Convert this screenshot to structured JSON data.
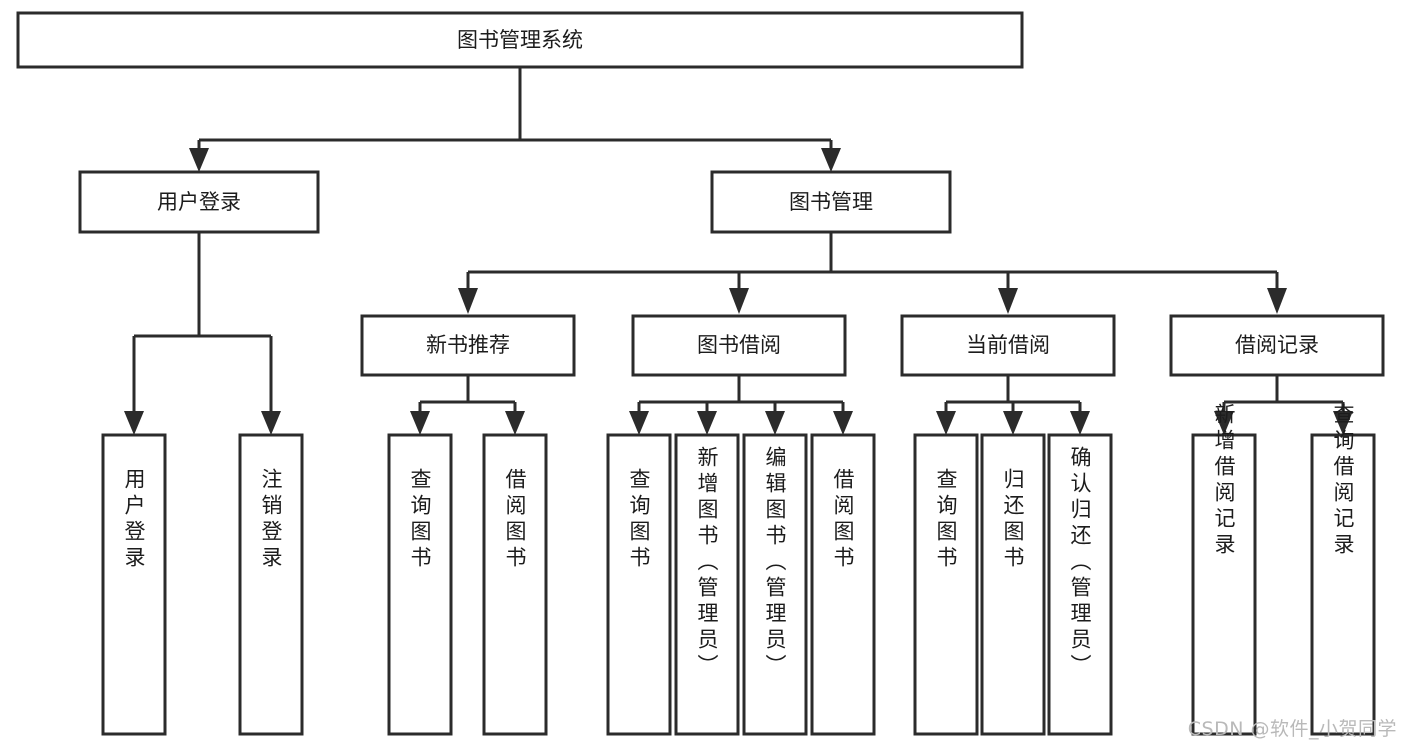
{
  "diagram": {
    "type": "tree",
    "title": "图书管理系统",
    "orientation": "top-down",
    "watermark": "CSDN @软件_小贺同学",
    "colors": {
      "background": "#ffffff",
      "stroke": "#2b2b2b",
      "fill": "#ffffff",
      "text": "#1c1c1c",
      "watermark": "#b9b9b9"
    },
    "root": {
      "label": "图书管理系统"
    },
    "level2": [
      {
        "label": "用户登录"
      },
      {
        "label": "图书管理"
      }
    ],
    "level3": [
      {
        "label": "新书推荐"
      },
      {
        "label": "图书借阅"
      },
      {
        "label": "当前借阅"
      },
      {
        "label": "借阅记录"
      }
    ],
    "leaves": {
      "user_login": [
        {
          "label": "用户登录"
        },
        {
          "label": "注销登录"
        }
      ],
      "new_book_recommend": [
        {
          "label": "查询图书"
        },
        {
          "label": "借阅图书"
        }
      ],
      "book_borrow": [
        {
          "label": "查询图书"
        },
        {
          "label": "新增图书（管理员）"
        },
        {
          "label": "编辑图书（管理员）"
        },
        {
          "label": "借阅图书"
        }
      ],
      "current_borrow": [
        {
          "label": "查询图书"
        },
        {
          "label": "归还图书"
        },
        {
          "label": "确认归还（管理员）"
        }
      ],
      "borrow_record": [
        {
          "label": "新增借阅记录"
        },
        {
          "label": "查询借阅记录"
        }
      ]
    }
  }
}
